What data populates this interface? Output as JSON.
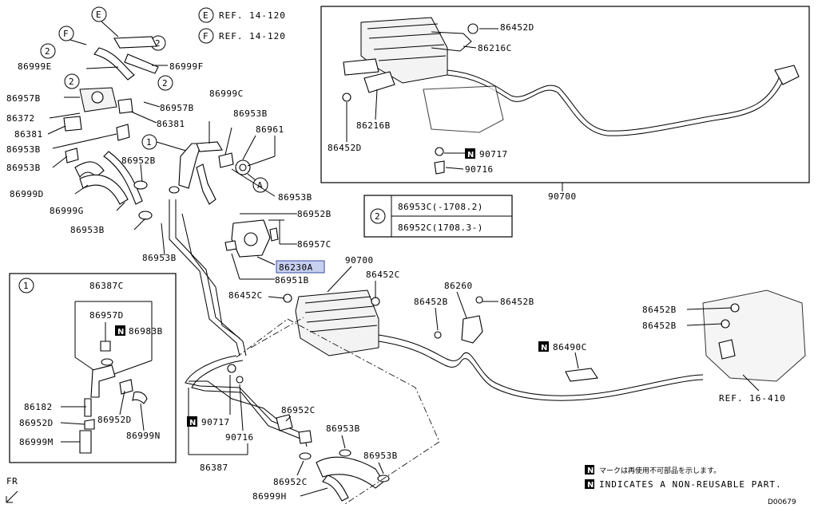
{
  "refs": [
    {
      "letter": "E",
      "text": "REF. 14-120"
    },
    {
      "letter": "F",
      "text": "REF. 14-120"
    }
  ],
  "labels": {
    "p86999E": "86999E",
    "p86999F": "86999F",
    "p86957B_a": "86957B",
    "p86957B_b": "86957B",
    "p86372": "86372",
    "p86381_a": "86381",
    "p86381_b": "86381",
    "p86953B_a": "86953B",
    "p86953B_b": "86953B",
    "p86999C": "86999C",
    "p86953B_c": "86953B",
    "p86961": "86961",
    "p86952B_a": "86952B",
    "p86953B_d": "86953B",
    "p86999D": "86999D",
    "p86999G": "86999G",
    "p86953B_e": "86953B",
    "p86952B_b": "86952B",
    "p86957C": "86957C",
    "p86953B_f": "86953B",
    "p86230A": "86230A",
    "p86951B": "86951B",
    "p86452D_a": "86452D",
    "p86216C": "86216C",
    "p86216B": "86216B",
    "p86452D_b": "86452D",
    "p90717_a": "90717",
    "p90716_a": "90716",
    "p90700_a": "90700",
    "p90700_b": "90700",
    "p86452C_a": "86452C",
    "p86452C_b": "86452C",
    "p86260": "86260",
    "p86452B_a": "86452B",
    "p86452B_b": "86452B",
    "p86490C": "86490C",
    "p86452B_c": "86452B",
    "p86452B_d": "86452B",
    "ref16": "REF. 16-410",
    "p90717_b": "90717",
    "p90716_b": "90716",
    "p86387": "86387",
    "p86952C_a": "86952C",
    "p86953B_g": "86953B",
    "p86953B_h": "86953B",
    "p86952C_b": "86952C",
    "p86999H": "86999H"
  },
  "inset": {
    "number": "1",
    "labels": {
      "a": "86387C",
      "b": "86957D",
      "c": "86983B",
      "d": "86182",
      "e": "86952D",
      "f": "86952D",
      "g": "86999N",
      "h": "86999M"
    }
  },
  "variant_table": {
    "number": "2",
    "rows": [
      "86953C(-1708.2)",
      "86952C(1708.3-)"
    ]
  },
  "callouts": [
    "1",
    "2",
    "2",
    "2",
    "2",
    "2",
    "1",
    "A"
  ],
  "circle_letters": {
    "e": "E",
    "f": "F",
    "a": "A"
  },
  "n_mark": "N",
  "legend": {
    "jp": "マークは再使用不可部品を示します。",
    "en": "INDICATES A NON-REUSABLE PART."
  },
  "fr_label": "FR",
  "diagram_id": "D00679"
}
